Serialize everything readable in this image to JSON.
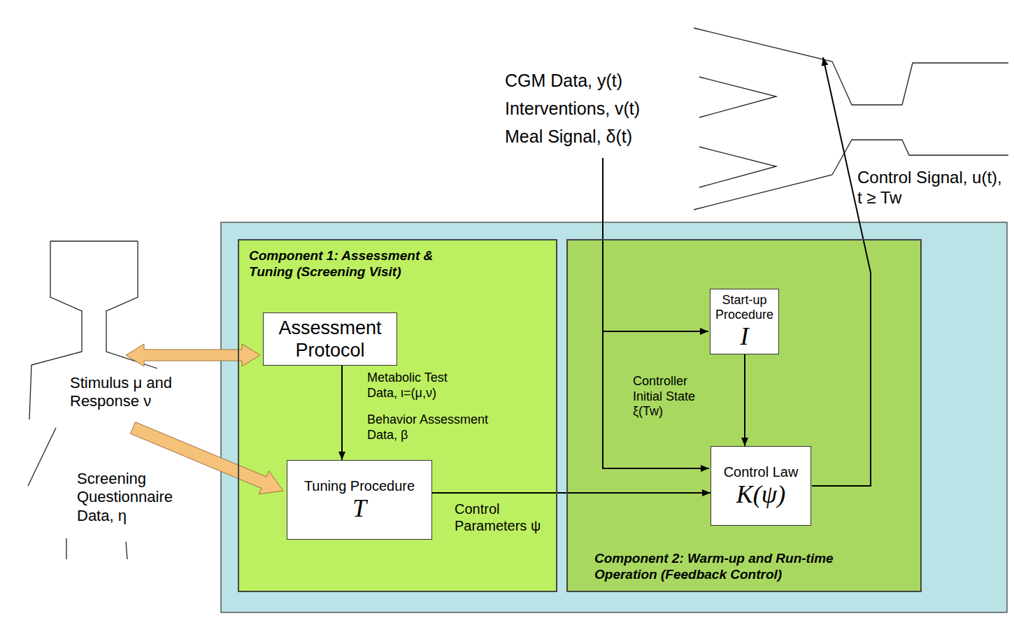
{
  "diagram": {
    "nodes": [
      {
        "text": [
          "Component 1: Assessment & Tuning (Screening Visit)"
        ]
      },
      {
        "text": [
          "Assessment Protocol"
        ],
        "in": 0
      },
      {
        "text": [
          "Tuning Procedure",
          "T"
        ],
        "in": 0
      },
      {
        "text": [
          "Component 2: Warm-up and Run-time Operation (Feedback Control)"
        ]
      },
      {
        "text": [
          "Start-up Procedure",
          "I"
        ],
        "in": 3
      },
      {
        "text": [
          "Control Law",
          "K(ψ)"
        ],
        "in": 3
      }
    ],
    "edges": [
      {
        "from": 1,
        "to": 2,
        "arrow": "to"
      },
      {
        "from": 2,
        "to": 5,
        "label": "Control Parameters ψ",
        "arrow": "to"
      },
      {
        "from": 4,
        "to": 5,
        "label": "Controller Initial State ξ(Tw)",
        "arrow": "to"
      }
    ],
    "labels": [
      "CGM Data, y(t)",
      "Interventions, v(t)",
      "Meal Signal, δ(t)",
      "Control Signal, u(t), t ≥ Tw",
      "Stimulus μ and Response ν",
      "Screening Questionnaire Data, η",
      "Metabolic Test Data, ι=(μ,ν)",
      "Behavior Assessment Data, β"
    ]
  }
}
